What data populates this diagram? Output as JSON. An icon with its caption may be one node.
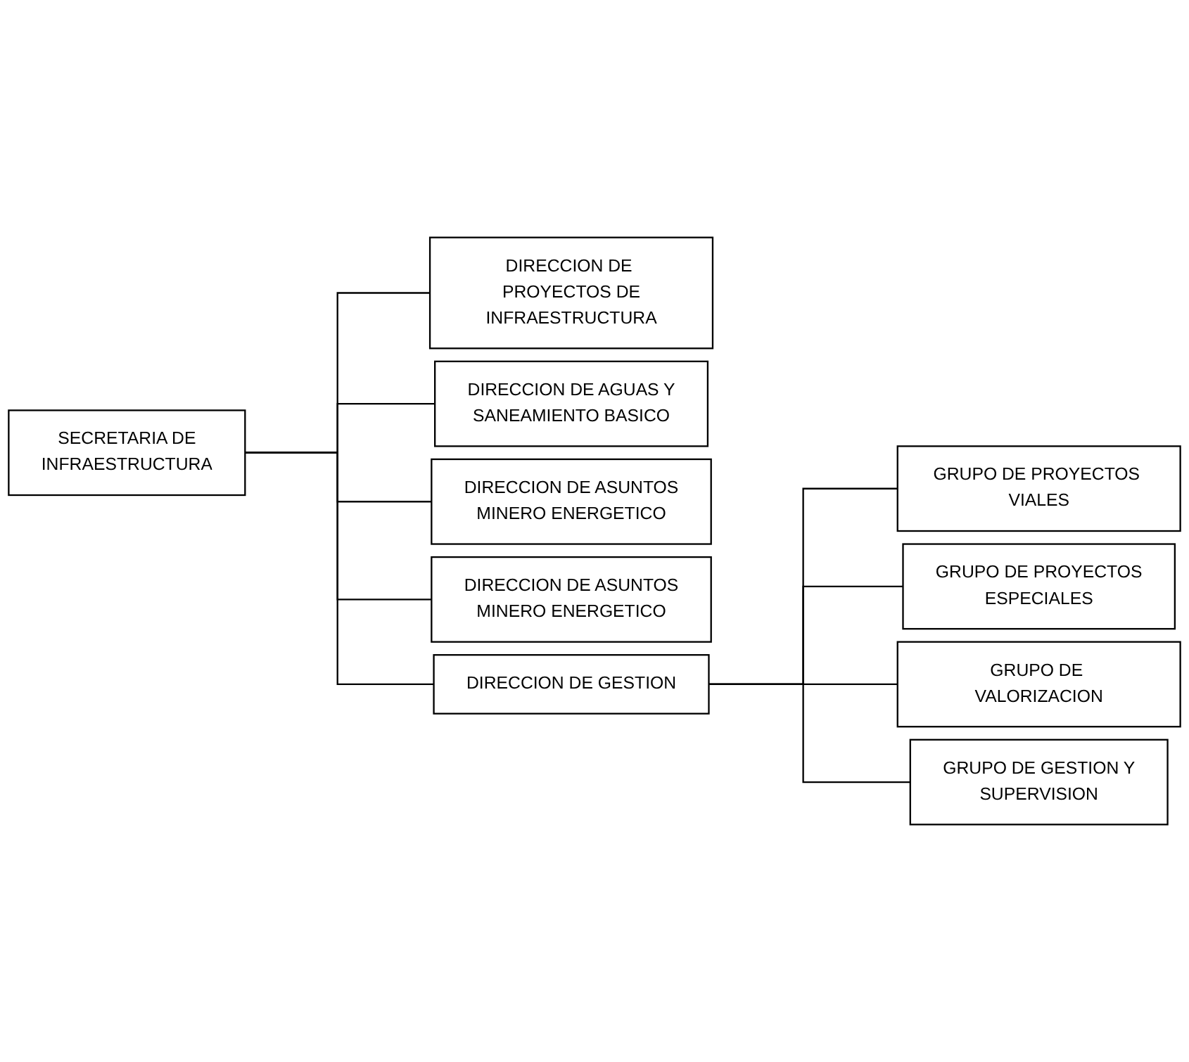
{
  "diagram": {
    "nodes": [
      {
        "text": [
          "SECRETARIA DE INFRAESTRUCTURA"
        ]
      },
      {
        "text": [
          "DIRECCION DE PROYECTOS DE INFRAESTRUCTURA"
        ]
      },
      {
        "text": [
          "DIRECCION DE AGUAS Y SANEAMIENTO BASICO"
        ]
      },
      {
        "text": [
          "DIRECCION DE ASUNTOS MINERO ENERGETICO"
        ]
      },
      {
        "text": [
          "DIRECCION DE ASUNTOS MINERO ENERGETICO"
        ]
      },
      {
        "text": [
          "DIRECCION DE GESTION"
        ]
      },
      {
        "text": [
          "GRUPO DE PROYECTOS VIALES"
        ]
      },
      {
        "text": [
          "GRUPO DE PROYECTOS ESPECIALES"
        ]
      },
      {
        "text": [
          "GRUPO DE VALORIZACION"
        ]
      },
      {
        "text": [
          "GRUPO DE GESTION Y SUPERVISION"
        ]
      }
    ],
    "edges": [
      {
        "from": 0,
        "to": 1,
        "arrow": "none"
      },
      {
        "from": 0,
        "to": 2,
        "arrow": "none"
      },
      {
        "from": 0,
        "to": 3,
        "arrow": "none"
      },
      {
        "from": 0,
        "to": 4,
        "arrow": "none"
      },
      {
        "from": 0,
        "to": 5,
        "arrow": "none"
      },
      {
        "from": 5,
        "to": 6,
        "arrow": "none"
      },
      {
        "from": 5,
        "to": 7,
        "arrow": "none"
      },
      {
        "from": 5,
        "to": 8,
        "arrow": "none"
      },
      {
        "from": 5,
        "to": 9,
        "arrow": "none"
      }
    ]
  }
}
